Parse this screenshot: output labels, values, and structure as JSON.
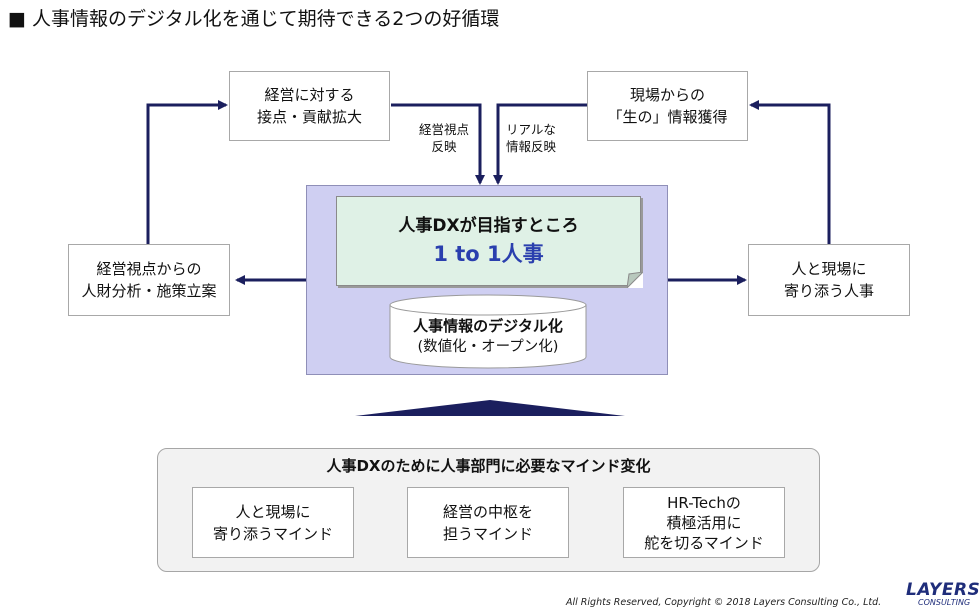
{
  "title": "■ 人事情報のデジタル化を通じて期待できる2つの好循環",
  "colors": {
    "arrow": "#1b1f5e",
    "panel": "#cfcff2",
    "goal_note": "#dff1e6",
    "accent_text": "#2a3fae"
  },
  "boxes": {
    "management_contact": [
      "経営に対する",
      "接点・貢献拡大"
    ],
    "field_info": [
      "現場からの",
      "「生の」情報獲得"
    ],
    "analysis_planning": [
      "経営視点からの",
      "人財分析・施策立案"
    ],
    "people_field": [
      "人と現場に",
      "寄り添う人事"
    ]
  },
  "arrow_labels": {
    "management_reflect": [
      "経営視点",
      "反映"
    ],
    "real_reflect": [
      "リアルな",
      "情報反映"
    ]
  },
  "goal": {
    "line1": "人事DXが目指すところ",
    "line2": "1 to 1人事"
  },
  "database": {
    "line1": "人事情報のデジタル化",
    "line2": "(数値化・オープン化)"
  },
  "mindset": {
    "title": "人事DXのために人事部門に必要なマインド変化",
    "items": [
      [
        "人と現場に",
        "寄り添うマインド"
      ],
      [
        "経営の中枢を",
        "担うマインド"
      ],
      [
        "HR-Techの",
        "積極活用に",
        "舵を切るマインド"
      ]
    ]
  },
  "footer": {
    "copyright": "All Rights Reserved, Copyright © 2018 Layers Consulting Co., Ltd.",
    "logo_main": "LAYERS",
    "logo_sub": "CONSULTING"
  }
}
